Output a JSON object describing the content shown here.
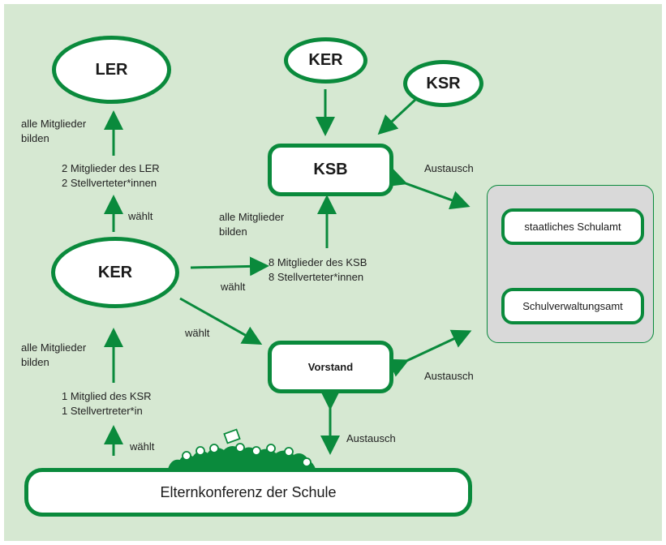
{
  "colors": {
    "background": "#d6e8d2",
    "accent": "#0a8a3c",
    "authority_panel": "#d9d9d9"
  },
  "nodes": {
    "ler": "LER",
    "ker_top": "KER",
    "ksr": "KSR",
    "ksb": "KSB",
    "ker_main": "KER",
    "vorstand": "Vorstand",
    "elternkonferenz": "Elternkonferenz der Schule",
    "schulamt": "staatliches Schulamt",
    "schulverwaltungsamt": "Schulverwaltungsamt"
  },
  "labels": {
    "ler_form": [
      "alle Mitglieder",
      "bilden"
    ],
    "ler_members": [
      "2 Mitglieder des LER",
      "2 Stellverteter*innen"
    ],
    "ler_elect": "wählt",
    "ker_form": [
      "alle Mitglieder",
      "bilden"
    ],
    "ksr_members": [
      "1 Mitglied des KSR",
      "1 Stellvertreter*in"
    ],
    "ker_elect": "wählt",
    "ksb_form": [
      "alle Mitglieder",
      "bilden"
    ],
    "ksb_members": [
      "8 Mitglieder des KSB",
      "8 Stellverteter*innen"
    ],
    "ksb_elect": "wählt",
    "vorstand_elect": "wählt",
    "exchange_ksb": "Austausch",
    "exchange_vorstand": "Austausch",
    "exchange_elternkonferenz": "Austausch"
  }
}
